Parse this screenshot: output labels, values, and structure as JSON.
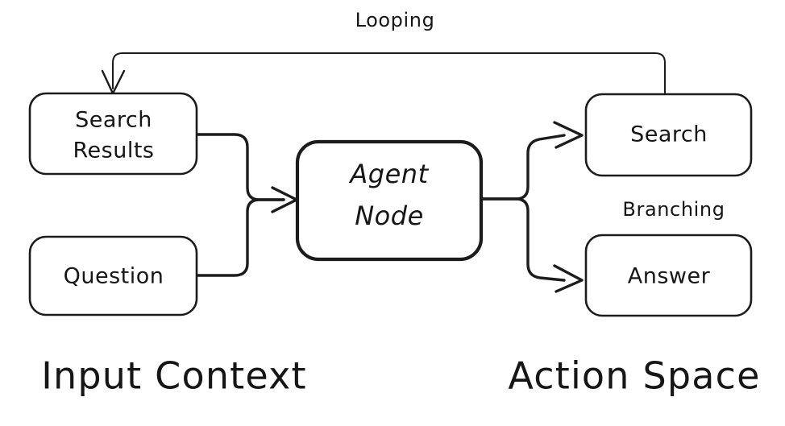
{
  "diagram": {
    "style": "hand-drawn",
    "background_color": "#ffffff",
    "ink_color": "#1c1c1c",
    "nodes": [
      {
        "id": "search_results",
        "label_line1": "Search",
        "label_line2": "Results",
        "group": "input-context"
      },
      {
        "id": "question",
        "label_line1": "Question",
        "label_line2": "",
        "group": "input-context"
      },
      {
        "id": "agent_node",
        "label_line1": "Agent",
        "label_line2": "Node",
        "group": "center"
      },
      {
        "id": "search",
        "label_line1": "Search",
        "label_line2": "",
        "group": "action-space"
      },
      {
        "id": "answer",
        "label_line1": "Answer",
        "label_line2": "",
        "group": "action-space"
      }
    ],
    "edge_labels": [
      {
        "id": "looping",
        "text": "Looping"
      },
      {
        "id": "branching",
        "text": "Branching"
      }
    ],
    "section_labels": [
      {
        "id": "input_context",
        "text": "Input Context"
      },
      {
        "id": "action_space",
        "text": "Action Space"
      }
    ]
  }
}
